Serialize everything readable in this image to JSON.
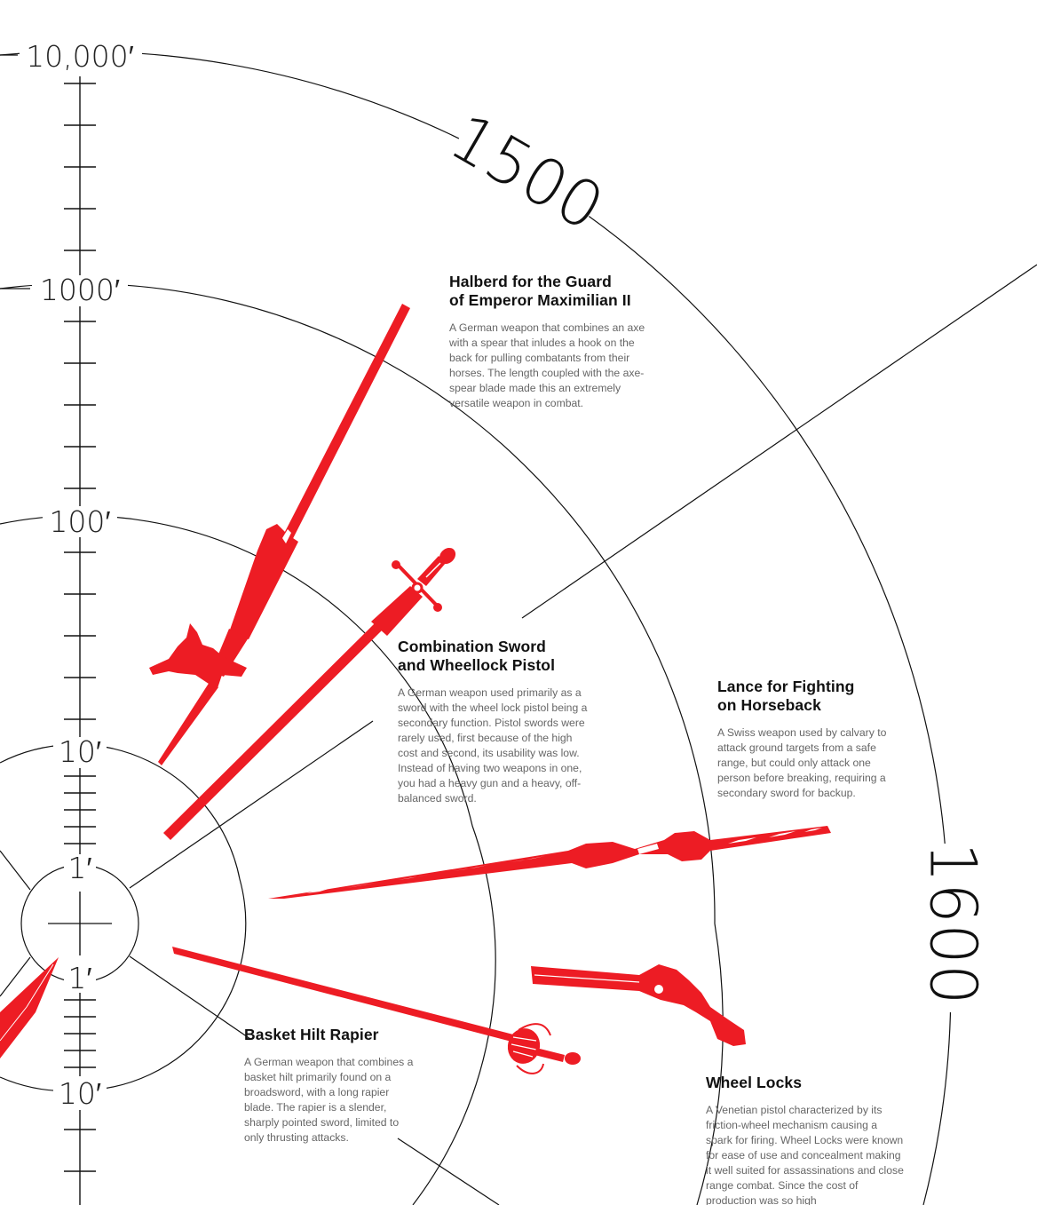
{
  "scale_labels": {
    "top_10000": "10,000′",
    "top_1000": "1000′",
    "top_100": "100′",
    "top_10": "10′",
    "top_1": "1′",
    "bottom_1": "1′",
    "bottom_10": "10′"
  },
  "years": {
    "y1500": "1500",
    "y1600": "1600"
  },
  "colors": {
    "accent": "#ed1c24",
    "ink": "#111111",
    "muted": "#666666"
  },
  "weapons": {
    "halberd": {
      "title_line1": "Halberd for the Guard",
      "title_line2": "of Emperor Maximilian II",
      "description": "A German weapon that combines an axe with a spear that inludes a hook on the back for pulling combatants from their horses. The length coupled with the axe-spear blade made this an extremely versatile weapon in combat."
    },
    "combination": {
      "title_line1": "Combination Sword",
      "title_line2": "and Wheellock Pistol",
      "description": "A German weapon used primarily as a sword with the wheel lock pistol being a secondary function. Pistol swords were rarely used, first because of the high cost and second, its usability was low. Instead of having two weapons in one, you had a heavy gun and a heavy, off-balanced sword."
    },
    "lance": {
      "title_line1": "Lance for Fighting",
      "title_line2": "on Horseback",
      "description": "A Swiss weapon used by calvary to attack ground targets from a safe range, but could only attack one person before breaking, requiring a secondary sword for backup."
    },
    "rapier": {
      "title_line1": "Basket Hilt Rapier",
      "title_line2": "",
      "description": "A German weapon that combines a basket hilt primarily found on a broadsword, with a long rapier blade. The rapier is a slender, sharply pointed sword, limited to only thrusting attacks."
    },
    "wheellock": {
      "title_line1": "Wheel Locks",
      "title_line2": "",
      "description": "A Venetian pistol characterized by its friction-wheel mechanism causing a spark for firing. Wheel Locks were known for ease of use and concealment making it well suited for assassinations and close range combat. Since the cost of production was so high"
    }
  }
}
